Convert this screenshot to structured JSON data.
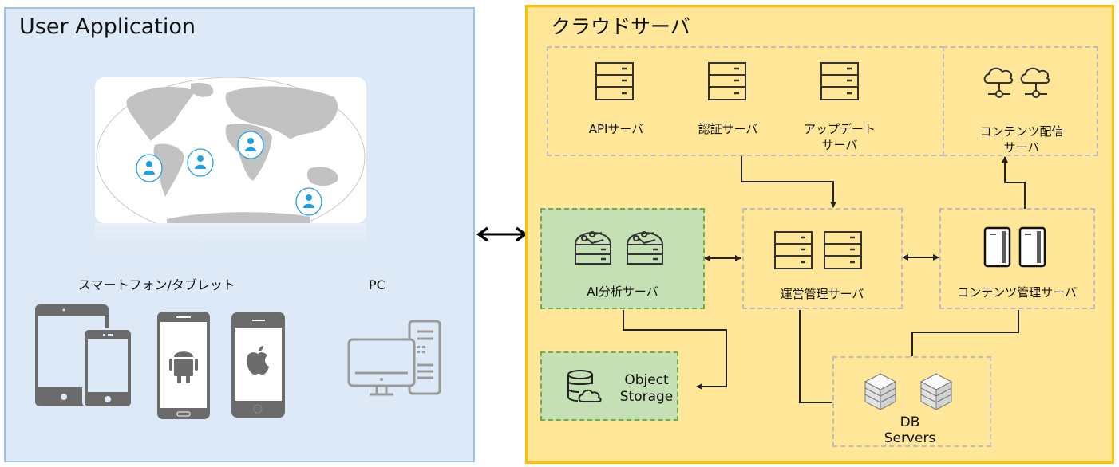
{
  "user_application": {
    "title": "User Application",
    "map": {
      "user_markers": 4,
      "marker_color": "#1ea0e6"
    },
    "smartphone_tablet_label": "スマートフォン/タブレット",
    "pc_label": "PC",
    "device_icons": [
      "tablet-phone-icon",
      "android-phone-icon",
      "iphone-icon",
      "desktop-pc-icon"
    ]
  },
  "connector_label": "↔",
  "cloud": {
    "title": "クラウドサーバ",
    "top_group": {
      "servers": [
        {
          "label": "APIサーバ"
        },
        {
          "label": "認証サーバ"
        },
        {
          "label_line1": "アップデート",
          "label_line2": "サーバ"
        }
      ]
    },
    "cdn": {
      "label_line1": "コンテンツ配信",
      "label_line2": "サーバ"
    },
    "ai_server": {
      "label": "AI分析サーバ"
    },
    "ops_server": {
      "label": "運営管理サーバ"
    },
    "content_mgmt": {
      "label": "コンテンツ管理サーバ"
    },
    "object_storage": {
      "label_line1": "Object",
      "label_line2": "Storage"
    },
    "db_servers": {
      "label_line1": "DB",
      "label_line2": "Servers"
    }
  },
  "colors": {
    "user_bg": "#dde9f6",
    "user_border": "#9dc3e6",
    "cloud_bg": "#ffe699",
    "cloud_border": "#ffc000",
    "green_bg": "#c5e0b4",
    "green_border": "#70ad47",
    "dash_grey": "#bdbdbd"
  }
}
